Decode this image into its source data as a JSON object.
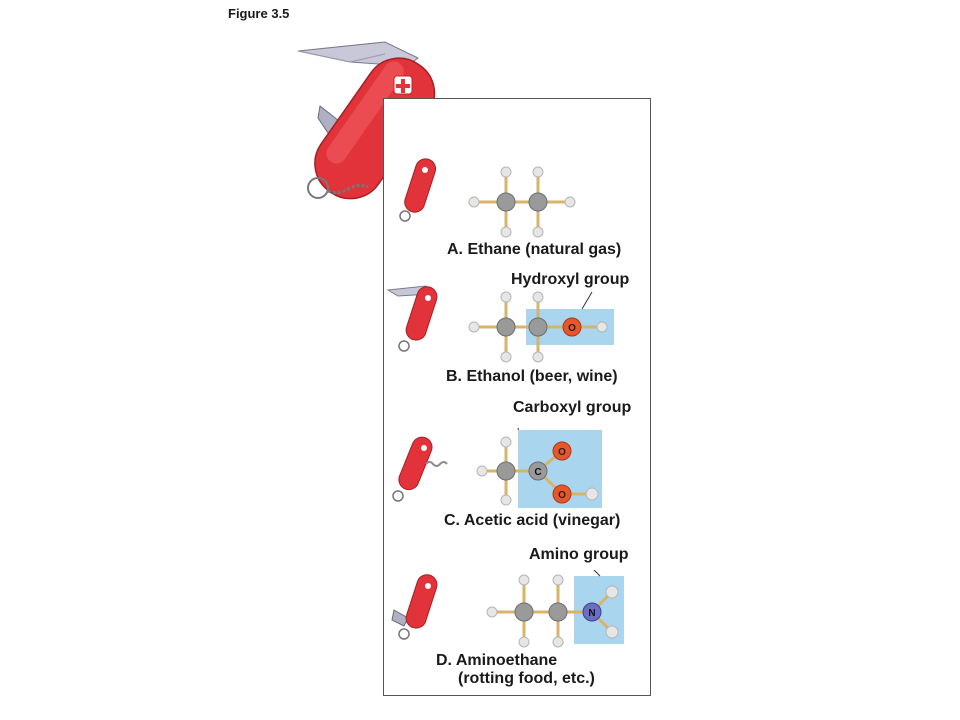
{
  "figure_label": "Figure 3.5",
  "colors": {
    "knife_red": "#e2333a",
    "carbon_gray": "#9a9a9a",
    "hydrogen_white": "#e6e6e6",
    "oxygen_orange": "#e8562a",
    "nitrogen_blue": "#6b6fc4",
    "bond_tan": "#d8b36a",
    "group_box_blue": "#a9d6ee"
  },
  "molecules": [
    {
      "letter": "A.",
      "name": "Ethane (natural gas)",
      "group": "",
      "knife_tool": "none"
    },
    {
      "letter": "B.",
      "name": "Ethanol (beer, wine)",
      "group": "Hydroxyl group",
      "knife_tool": "blade",
      "atoms": {
        "O": "O"
      }
    },
    {
      "letter": "C.",
      "name": "Acetic acid (vinegar)",
      "group": "Carboxyl group",
      "knife_tool": "corkscrew",
      "atoms": {
        "C": "C",
        "O1": "O",
        "O2": "O"
      }
    },
    {
      "letter": "D.",
      "name": "Aminoethane",
      "name_line2": "(rotting food, etc.)",
      "group": "Amino group",
      "knife_tool": "can-opener",
      "atoms": {
        "N": "N"
      }
    }
  ]
}
